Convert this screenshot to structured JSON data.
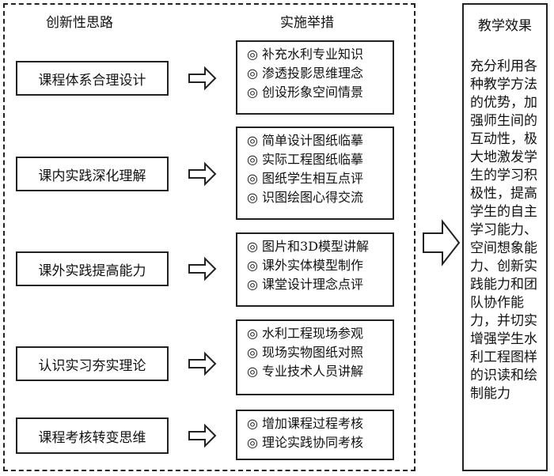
{
  "headers": {
    "ideas": "创新性思路",
    "measures": "实施举措",
    "effect": "教学效果"
  },
  "rows": [
    {
      "idea": "课程体系合理设计",
      "measures": [
        "◎ 补充水利专业知识",
        "◎ 渗透投影思维理念",
        "◎ 创设形象空间情景"
      ]
    },
    {
      "idea": "课内实践深化理解",
      "measures": [
        "◎ 简单设计图纸临摹",
        "◎ 实际工程图纸临摹",
        "◎ 图纸学生相互点评",
        "◎ 识图绘图心得交流"
      ]
    },
    {
      "idea": "课外实践提高能力",
      "measures": [
        "◎ 图片和3D模型讲解",
        "◎ 课外实体模型制作",
        "◎ 课堂设计理念点评"
      ]
    },
    {
      "idea": "认识实习夯实理论",
      "measures": [
        "◎ 水利工程现场参观",
        "◎ 现场实物图纸对照",
        "◎ 专业技术人员讲解"
      ]
    },
    {
      "idea": "课程考核转变思维",
      "measures": [
        "◎ 增加课程过程考核",
        "◎ 理论实践协同考核"
      ]
    }
  ],
  "effect_text": "充分利用各种教学方法的优势，加强师生间的互动性，极大地激发学生的学习积极性，提高学生的自主学习能力、空间想象能力、创新实践能力和团队协作能力，并切实增强学生水利工程图样的识读和绘制能力"
}
